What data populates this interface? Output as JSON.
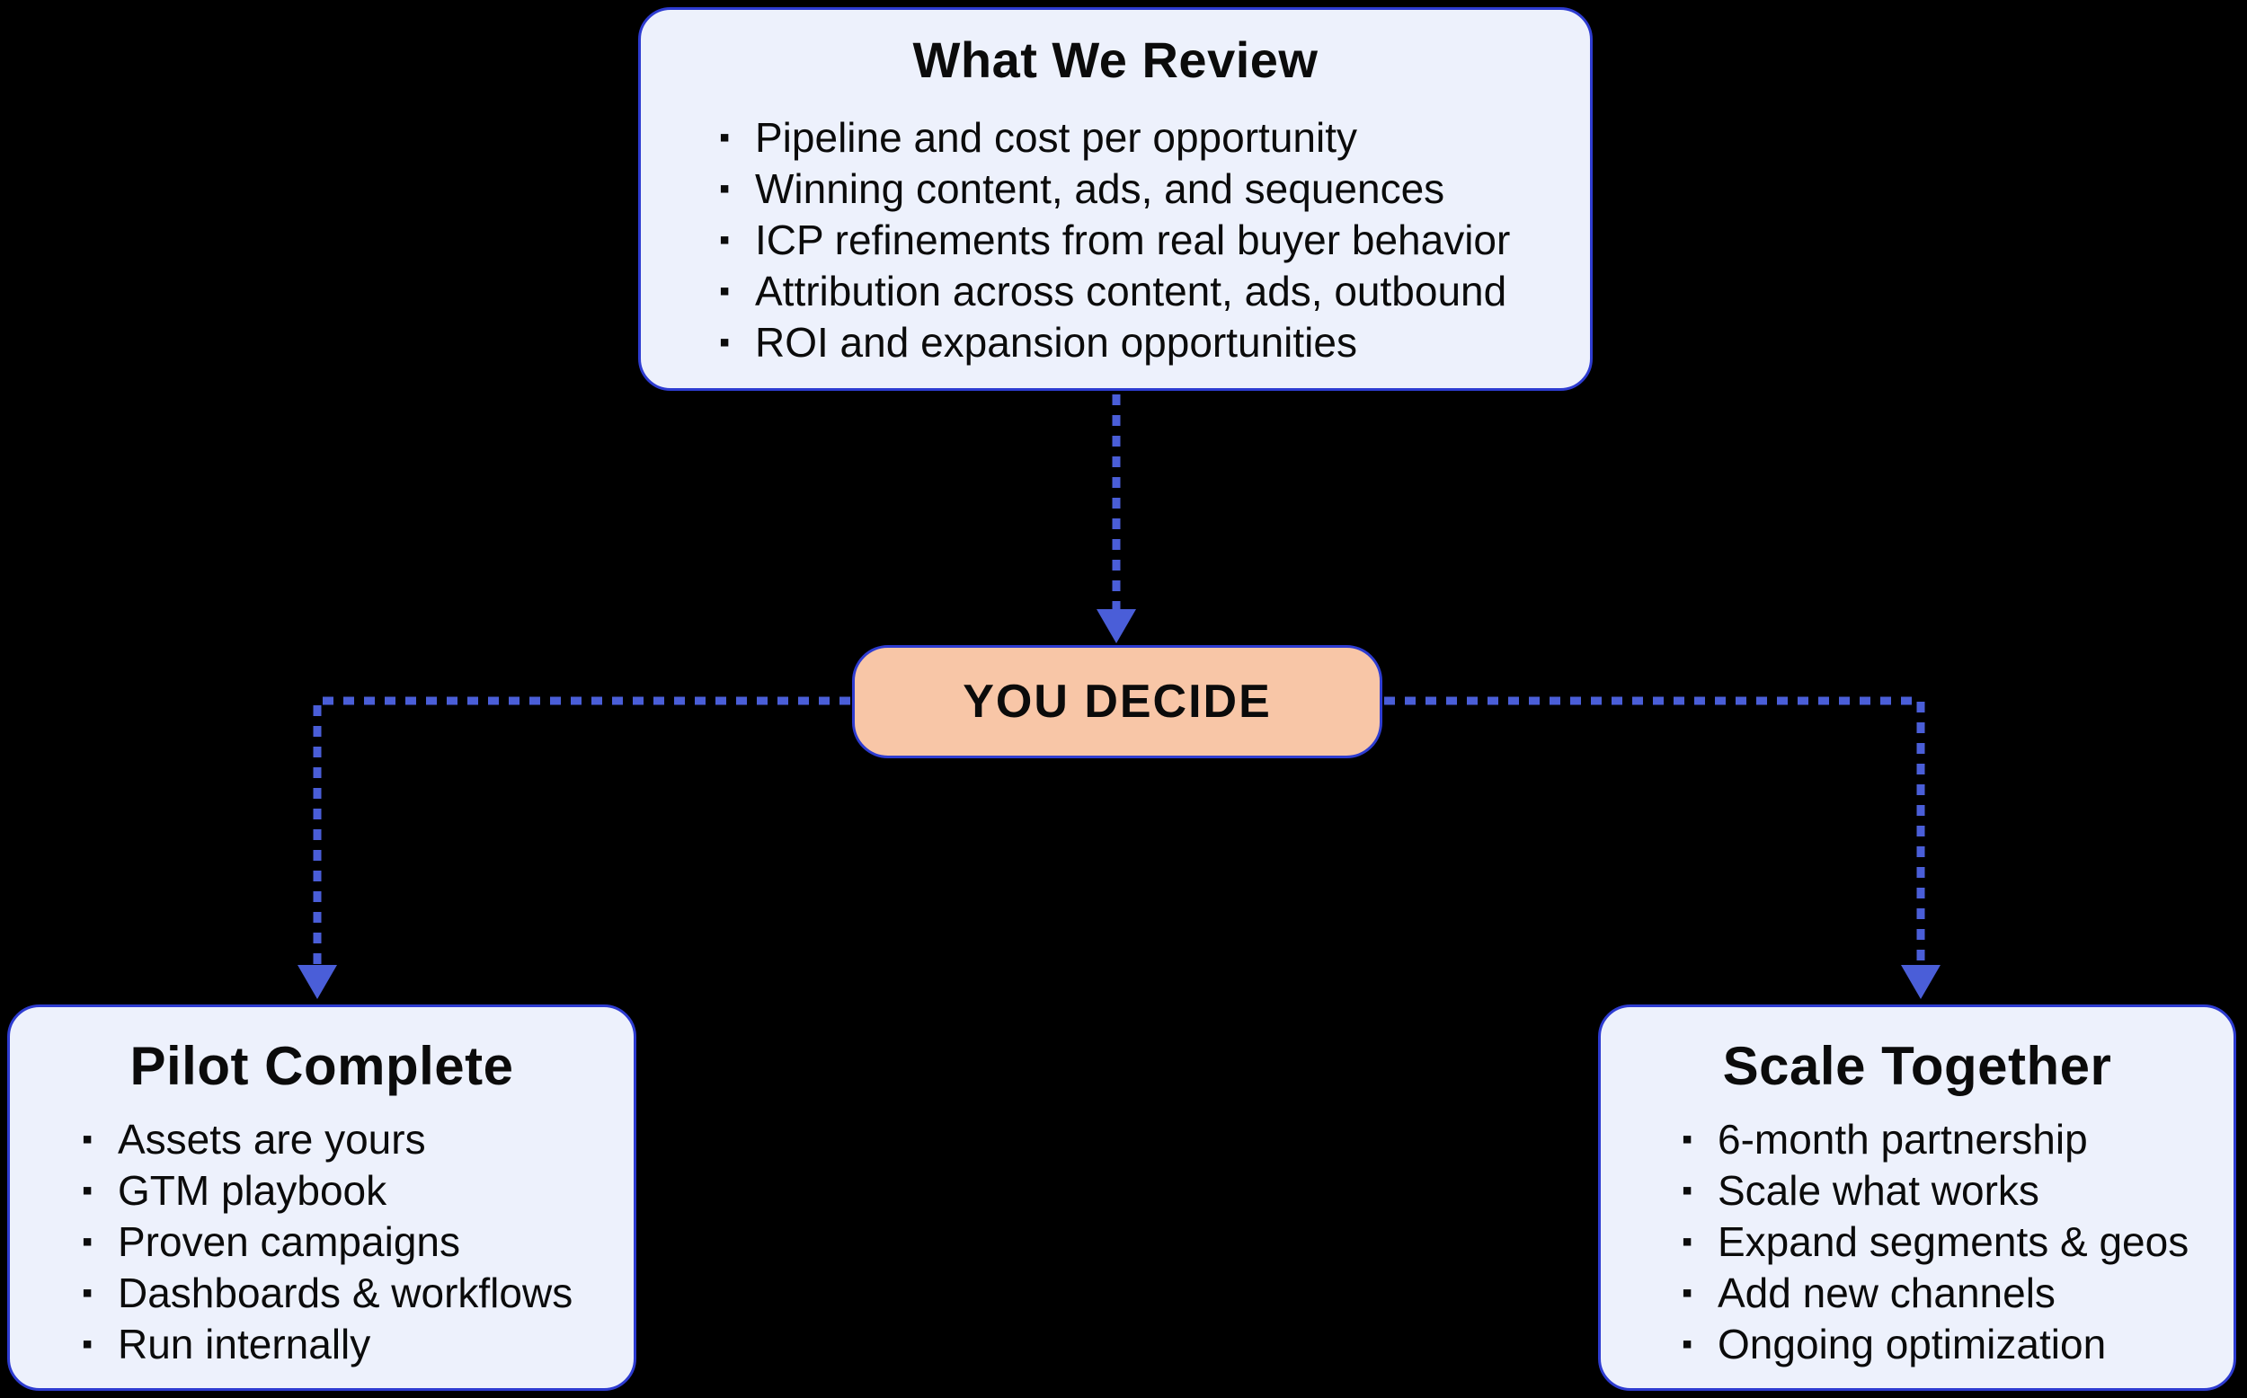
{
  "colors": {
    "bg": "#000000",
    "box_fill": "#edf1fc",
    "box_border": "#2e3cd1",
    "accent_fill": "#f8c6a7",
    "connector": "#4a5ed8",
    "text": "#0b0b0b"
  },
  "glyphs": {
    "bullet": "▪"
  },
  "review_box": {
    "title": "What We Review",
    "items": [
      "Pipeline and cost per opportunity",
      "Winning content, ads, and sequences",
      "ICP refinements from real buyer behavior",
      "Attribution across content, ads, outbound",
      "ROI and expansion opportunities"
    ]
  },
  "decide_box": {
    "label": "YOU DECIDE"
  },
  "pilot_box": {
    "title": "Pilot Complete",
    "items": [
      "Assets are yours",
      "GTM playbook",
      "Proven campaigns",
      "Dashboards & workflows",
      "Run internally"
    ]
  },
  "scale_box": {
    "title": "Scale Together",
    "items": [
      "6-month partnership",
      "Scale what works",
      "Expand segments & geos",
      "Add new channels",
      "Ongoing optimization"
    ]
  }
}
